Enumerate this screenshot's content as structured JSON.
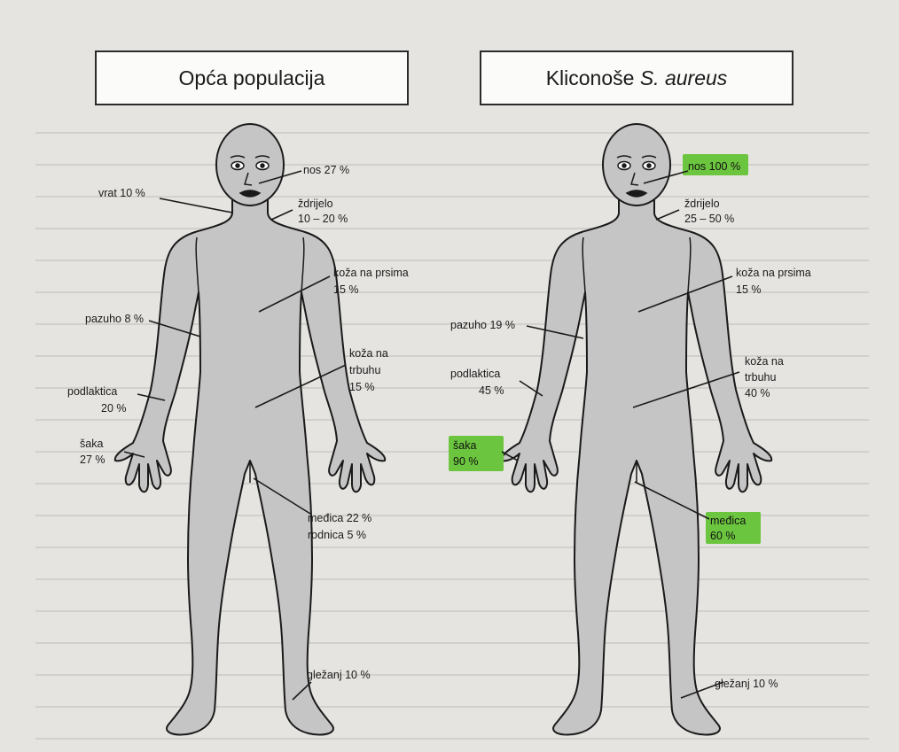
{
  "titles": {
    "left": "Opća populacija",
    "right_prefix": "Kliconoše ",
    "right_italic": "S. aureus"
  },
  "colors": {
    "page": "#e6e4e1",
    "body": "#c5c5c5",
    "highlight": "#6cc53f",
    "line": "#1a1a1a"
  },
  "left_labels": {
    "nos": "nos 27 %",
    "vrat": "vrat 10 %",
    "zdrijelo_1": "ždrijelo",
    "zdrijelo_2": "10 – 20 %",
    "koza_prsa_1": "koža na prsima",
    "koza_prsa_2": "15 %",
    "pazuho": "pazuho 8 %",
    "koza_trbuh_1": "koža na",
    "koza_trbuh_2": "trbuhu",
    "koza_trbuh_3": "15 %",
    "podlaktica_1": "podlaktica",
    "podlaktica_2": "20 %",
    "saka_1": "šaka",
    "saka_2": "27 %",
    "medica": "međica 22 %",
    "rodnica": "rodnica 5 %",
    "glezanj": "gležanj 10 %"
  },
  "right_labels": {
    "nos": "nos 100 %",
    "zdrijelo_1": "ždrijelo",
    "zdrijelo_2": "25 – 50 %",
    "koza_prsa_1": "koža na prsima",
    "koza_prsa_2": "15 %",
    "pazuho": "pazuho 19 %",
    "podlaktica_1": "podlaktica",
    "podlaktica_2": "45 %",
    "koza_trbuh_1": "koža na",
    "koza_trbuh_2": "trbuhu",
    "koza_trbuh_3": "40 %",
    "saka_1": "šaka",
    "saka_2": "90 %",
    "medica_1": "međica",
    "medica_2": "60 %",
    "glezanj": "gležanj 10 %"
  }
}
